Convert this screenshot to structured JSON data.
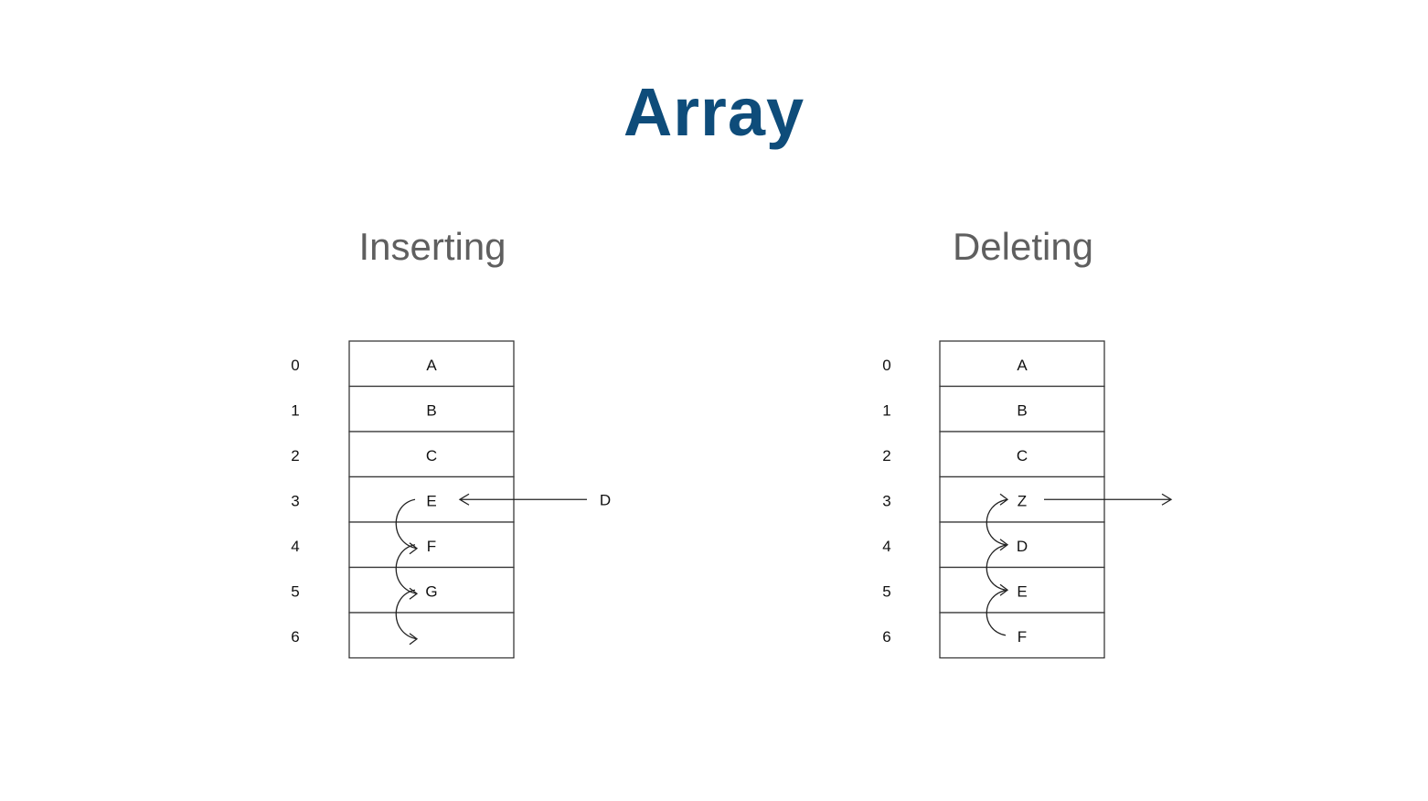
{
  "title": "Array",
  "panels": [
    {
      "heading": "Inserting",
      "indices": [
        "0",
        "1",
        "2",
        "3",
        "4",
        "5",
        "6"
      ],
      "cells": [
        "A",
        "B",
        "C",
        "E",
        "F",
        "G",
        ""
      ],
      "external_label": "D",
      "external_arrow_direction": "into-array",
      "shift_arrows": [
        {
          "from_index": 3,
          "to_index": 4
        },
        {
          "from_index": 4,
          "to_index": 5
        },
        {
          "from_index": 5,
          "to_index": 6
        }
      ]
    },
    {
      "heading": "Deleting",
      "indices": [
        "0",
        "1",
        "2",
        "3",
        "4",
        "5",
        "6"
      ],
      "cells": [
        "A",
        "B",
        "C",
        "Z",
        "D",
        "E",
        "F"
      ],
      "external_label": "",
      "external_arrow_direction": "out-of-array",
      "shift_arrows": [
        {
          "from_index": 4,
          "to_index": 3
        },
        {
          "from_index": 5,
          "to_index": 4
        },
        {
          "from_index": 6,
          "to_index": 5
        }
      ]
    }
  ],
  "colors": {
    "title": "#0e4c7a",
    "heading": "#5f5f5f",
    "lines": "#222222"
  }
}
